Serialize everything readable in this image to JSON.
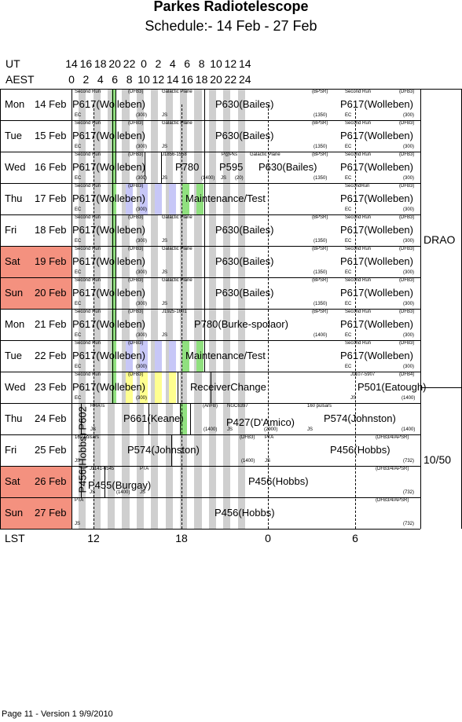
{
  "title": "Parkes Radiotelescope",
  "subtitle": "Schedule:- 14 Feb - 27 Feb",
  "axes": {
    "ut_label": "UT",
    "aest_label": "AEST",
    "lst_label": "LST",
    "ut_ticks": [
      "14",
      "16",
      "18",
      "20",
      "22",
      "0",
      "2",
      "4",
      "6",
      "8",
      "10",
      "12",
      "14"
    ],
    "aest_ticks": [
      "0",
      "2",
      "4",
      "6",
      "8",
      "10",
      "12",
      "14",
      "16",
      "18",
      "20",
      "22",
      "24"
    ],
    "lst_ticks": [
      "12",
      "18",
      "0",
      "6"
    ]
  },
  "colors": {
    "weekend": "#f4917f",
    "stripe": "#cfcfcf",
    "green": "#90e07f",
    "lavender": "#c7c7f7",
    "yellow": "#ffff90"
  },
  "days": [
    {
      "name": "Mon",
      "date": "14 Feb",
      "weekend": false
    },
    {
      "name": "Tue",
      "date": "15 Feb",
      "weekend": false
    },
    {
      "name": "Wed",
      "date": "16 Feb",
      "weekend": false
    },
    {
      "name": "Thu",
      "date": "17 Feb",
      "weekend": false
    },
    {
      "name": "Fri",
      "date": "18 Feb",
      "weekend": false
    },
    {
      "name": "Sat",
      "date": "19 Feb",
      "weekend": true
    },
    {
      "name": "Sun",
      "date": "20 Feb",
      "weekend": true
    },
    {
      "name": "Mon",
      "date": "21 Feb",
      "weekend": false
    },
    {
      "name": "Tue",
      "date": "22 Feb",
      "weekend": false
    },
    {
      "name": "Wed",
      "date": "23 Feb",
      "weekend": false
    },
    {
      "name": "Thu",
      "date": "24 Feb",
      "weekend": false
    },
    {
      "name": "Fri",
      "date": "25 Feb",
      "weekend": false
    },
    {
      "name": "Sat",
      "date": "26 Feb",
      "weekend": true
    },
    {
      "name": "Sun",
      "date": "27 Feb",
      "weekend": true
    }
  ],
  "labels": {
    "p617": "P617(Wolleben)",
    "p630": "P630(Bailes)",
    "p780": "P780",
    "p595": "P595",
    "p780b": "P780(Burke-spolaor)",
    "maint": "Maintenance/Test",
    "rxchange": "ReceiverChange",
    "p501": "P501(Eatough)",
    "p602": "P602",
    "p661": "P661(Keane)",
    "p427": "P427(D'Amico)",
    "p574": "P574(Johnston)",
    "p456": "P456(Hobbs)",
    "p455": "P455(Burgay)",
    "secondrun": "Second Run",
    "dfb3": "(DFB3)",
    "bpsr": "(BPSR)",
    "ec": "EC",
    "js": "JS",
    "n300": "(300)",
    "n1350": "(1350)",
    "n1400": "(1400)",
    "n2900": "(2900)",
    "n20": "(20)",
    "n732": "(732)",
    "galplane": "Galactic Plane",
    "j1856": "J1856-1558",
    "ppks": "P@Pks",
    "j1925": "J1925-1601",
    "j1107": "J1107-5907",
    "dfb4": "(DFB4)",
    "rrats": "RRATs",
    "anfb": "(AnFB)",
    "ngc6397": "NGC6397",
    "pulsars160": "160 pulsars",
    "pta": "PTA",
    "j1141": "J1141-6545",
    "dfb3apsr": "(DFB3/4/APSR)",
    "secondrun2": "SecondRun"
  },
  "side": {
    "drao": "DRAO",
    "ratio": "10/50"
  },
  "footer": "Page 11 - Version 1  9/9/2010"
}
